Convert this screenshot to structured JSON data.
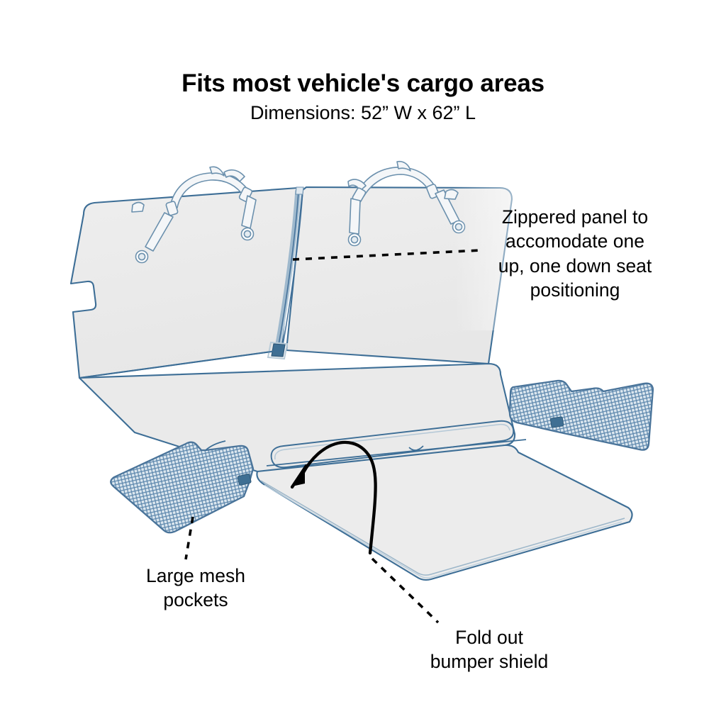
{
  "document": {
    "type": "product-feature-diagram",
    "subject": "vehicle cargo area pet seat cover",
    "background_color": "#ffffff"
  },
  "header": {
    "title": "Fits most vehicle's cargo areas",
    "subtitle": "Dimensions: 52” W x 62” L"
  },
  "dimensions": {
    "width_label": "52” W",
    "length_label": "62” L"
  },
  "callouts": [
    {
      "id": "zipper",
      "text": "Zippered panel to\naccomodate one\nup, one down seat\npositioning",
      "leader": "dashed",
      "points_to": "zipper-seam"
    },
    {
      "id": "mesh",
      "text": "Large mesh\npockets",
      "leader": "dashed",
      "points_to": "left-mesh-pocket"
    },
    {
      "id": "bumper",
      "text": "Fold out\nbumper shield",
      "leader": "dashed",
      "points_to": "bumper-shield-panel"
    }
  ],
  "illustration": {
    "parts": [
      "backrest-panel-left",
      "backrest-panel-right",
      "zipper-seam",
      "seat-floor-panel",
      "bumper-shield-panel",
      "left-mesh-pocket",
      "right-mesh-pocket",
      "strap-assembly-left",
      "strap-assembly-right",
      "fold-out-arrow"
    ],
    "colors": {
      "outline": "#3d6e96",
      "outline_soft": "#7fa1bd",
      "panel_fill": "#ebebeb",
      "panel_fill_light": "#f1f1f1",
      "mesh_fill": "#c3d3e0",
      "mesh_stroke": "#4a749a",
      "tab_fill": "#3f6f93",
      "arrow": "#000000",
      "leader": "#000000"
    }
  }
}
